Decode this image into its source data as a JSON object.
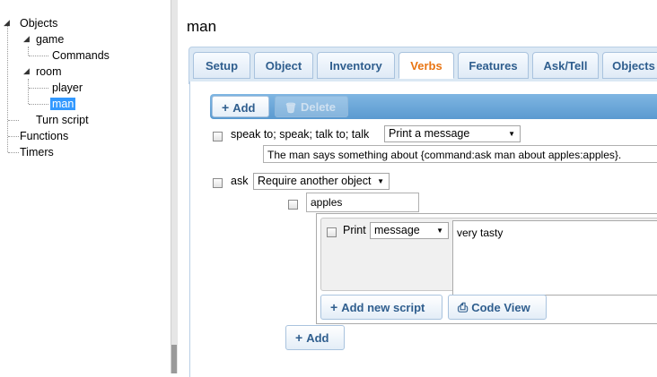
{
  "tree": {
    "items": [
      {
        "label": "Objects"
      },
      {
        "label": "game"
      },
      {
        "label": "Commands"
      },
      {
        "label": "room"
      },
      {
        "label": "player"
      },
      {
        "label": "man"
      },
      {
        "label": "Turn script"
      },
      {
        "label": "Functions"
      },
      {
        "label": "Timers"
      }
    ]
  },
  "editor": {
    "title": "man",
    "tabs": [
      "Setup",
      "Object",
      "Inventory",
      "Verbs",
      "Features",
      "Ask/Tell",
      "Objects"
    ],
    "active_tab": "Verbs",
    "toolbar": {
      "add_label": "Add",
      "delete_label": "Delete"
    },
    "verb1": {
      "label": "speak to; speak; talk to; talk",
      "action": "Print a message",
      "message": "The man says something about {command:ask man about apples:apples}."
    },
    "verb2": {
      "label": "ask",
      "action": "Require another object",
      "key": "apples",
      "print_label": "Print",
      "print_type": "message",
      "print_value": "very tasty",
      "add_script_label": "Add new script",
      "code_view_label": "Code View",
      "add_label": "Add"
    }
  },
  "colors": {
    "accent": "#e87412",
    "link": "#2f5e8e",
    "selection": "#3399ff"
  }
}
